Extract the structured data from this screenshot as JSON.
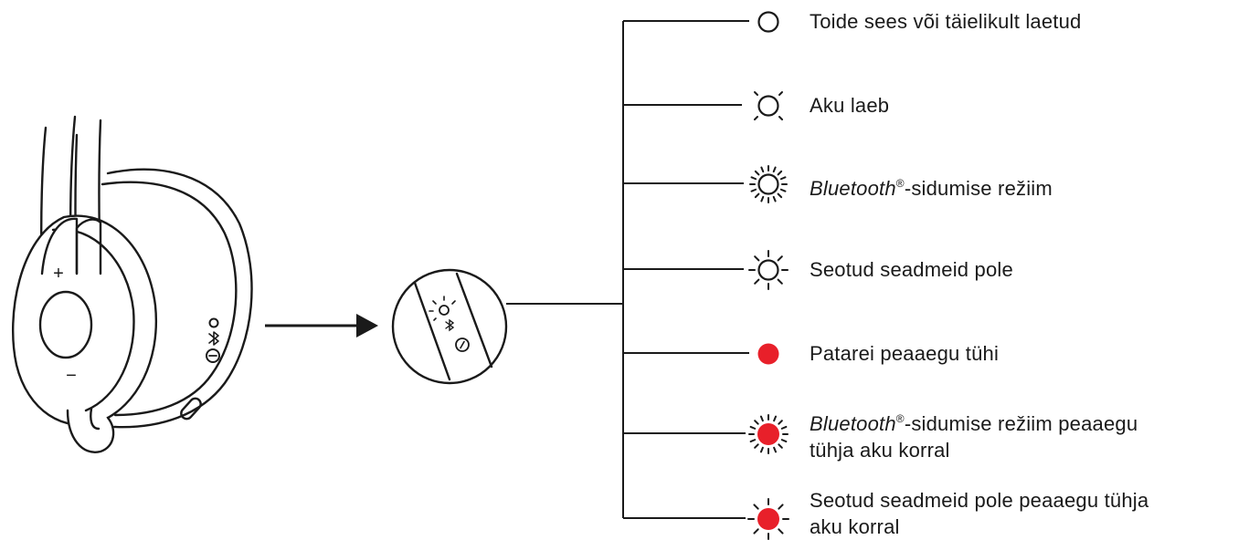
{
  "colors": {
    "line": "#1a1a1a",
    "indicator_red": "#e8202a",
    "background": "#ffffff"
  },
  "headset": {
    "volume_up_symbol": "+",
    "volume_down_symbol": "−"
  },
  "legend": [
    {
      "id": "power",
      "indicator": "white-circle",
      "text": "Toide sees või täielikult laetud"
    },
    {
      "id": "charging",
      "indicator": "white-circle-slow-pulse",
      "text": "Aku laeb"
    },
    {
      "id": "pairing",
      "indicator": "white-circle-fast-blink",
      "brand": "Bluetooth",
      "reg": "®",
      "text": "-sidumise režiim"
    },
    {
      "id": "no-paired",
      "indicator": "white-circle-slow-blink",
      "text": "Seotud seadmeid pole"
    },
    {
      "id": "battery-low",
      "indicator": "red-dot",
      "text": "Patarei peaaegu tühi"
    },
    {
      "id": "pairing-low",
      "indicator": "red-dot-fast-blink",
      "brand": "Bluetooth",
      "reg": "®",
      "text": "-sidumise režiim peaaegu",
      "text2": "tühja aku korral"
    },
    {
      "id": "no-paired-low",
      "indicator": "red-dot-slow-blink",
      "text": "Seotud seadmeid pole peaaegu tühja",
      "text2": "aku korral"
    }
  ]
}
